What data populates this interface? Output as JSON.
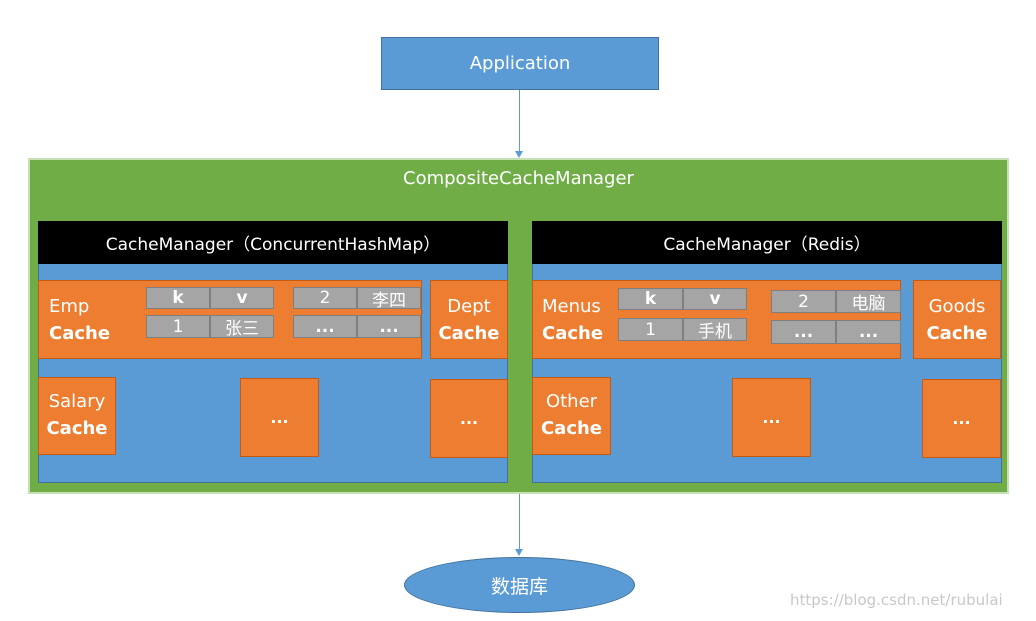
{
  "application": "Application",
  "composite": "CompositeCacheManager",
  "left_manager": {
    "title": "CacheManager（ConcurrentHashMap）",
    "main_cache": {
      "line1": "Emp",
      "line2": "Cache",
      "table_left": [
        [
          "k",
          "v"
        ],
        [
          "1",
          "张三"
        ]
      ],
      "table_right": [
        [
          "2",
          "李四"
        ],
        [
          "...",
          "..."
        ]
      ]
    },
    "side_cache": {
      "line1": "Dept",
      "line2": "Cache"
    },
    "bottom_cache": {
      "line1": "Salary",
      "line2": "Cache"
    },
    "more_1": "...",
    "more_2": "..."
  },
  "right_manager": {
    "title": "CacheManager（Redis）",
    "main_cache": {
      "line1": "Menus",
      "line2": "Cache",
      "table_left": [
        [
          "k",
          "v"
        ],
        [
          "1",
          "手机"
        ]
      ],
      "table_right": [
        [
          "2",
          "电脑"
        ],
        [
          "...",
          "..."
        ]
      ]
    },
    "side_cache": {
      "line1": "Goods",
      "line2": "Cache"
    },
    "bottom_cache": {
      "line1": "Other",
      "line2": "Cache"
    },
    "more_1": "...",
    "more_2": "..."
  },
  "database": "数据库",
  "watermark": "https://blog.csdn.net/rubulai",
  "colors": {
    "blue": "#5b9bd5",
    "green": "#70ad47",
    "orange": "#ed7d31",
    "gray": "#a5a5a5",
    "black": "#000000"
  }
}
